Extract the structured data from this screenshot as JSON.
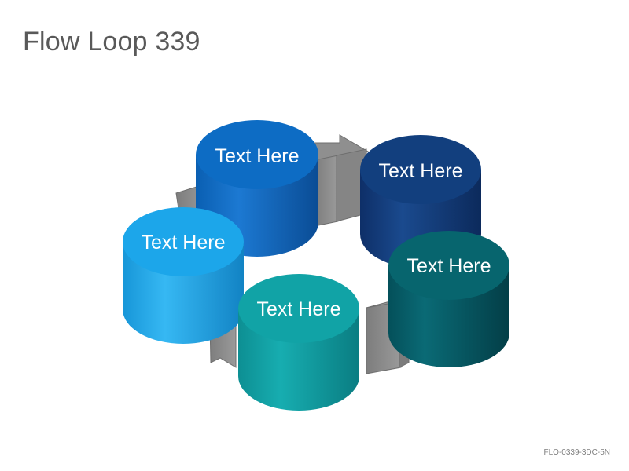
{
  "title": "Flow Loop 339",
  "footer": "FLO-0339-3DC-5N",
  "nodes": [
    {
      "id": "node-1",
      "label": "Text Here",
      "color": "#0d6cc4"
    },
    {
      "id": "node-2",
      "label": "Text Here",
      "color": "#123f7e"
    },
    {
      "id": "node-3",
      "label": "Text Here",
      "color": "#07656e"
    },
    {
      "id": "node-4",
      "label": "Text Here",
      "color": "#11a3a6"
    },
    {
      "id": "node-5",
      "label": "Text Here",
      "color": "#1ca6ea"
    }
  ],
  "arrow_color": "#8c8c8c"
}
